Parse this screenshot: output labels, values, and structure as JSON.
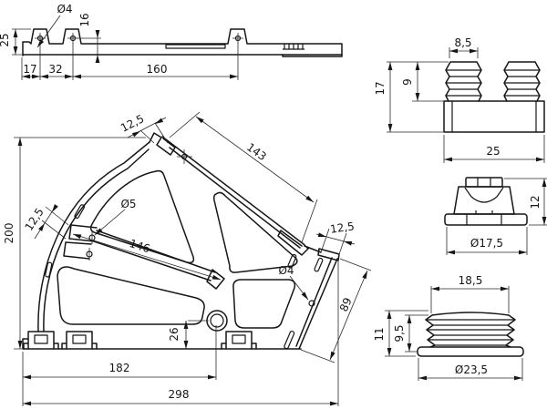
{
  "page": {
    "background": "#ffffff",
    "line_color": "#161616"
  },
  "views": {
    "side_profile": {
      "dims": {
        "hole_diameter": "Ø4",
        "hole_center_height": "16",
        "total_height": "25",
        "first_hole_offset": "17",
        "hole_spacing": "32",
        "end_hole_spacing": "160"
      }
    },
    "main": {
      "dims": {
        "overall_height": "200",
        "apex_clip_width": "12,5",
        "top_edge_length": "143",
        "tab_hole_diameter": "Ø5",
        "left_tab_width": "12,5",
        "strut_length": "146",
        "edge_hole_diameter": "Ø4",
        "right_clip_width": "12,5",
        "right_edge_length": "89",
        "boss_center_height": "26",
        "boss_center_offset": "182",
        "overall_width": "298"
      }
    },
    "pin_block": {
      "dims": {
        "pin_top_width": "8,5",
        "pin_height": "9",
        "total_height": "17",
        "base_width": "25"
      }
    },
    "grommet": {
      "dims": {
        "height": "12",
        "flange_diameter": "Ø17,5"
      }
    },
    "plug": {
      "dims": {
        "top_width": "18,5",
        "rib_height": "9,5",
        "total_height": "11",
        "flange_diameter": "Ø23,5"
      }
    }
  }
}
